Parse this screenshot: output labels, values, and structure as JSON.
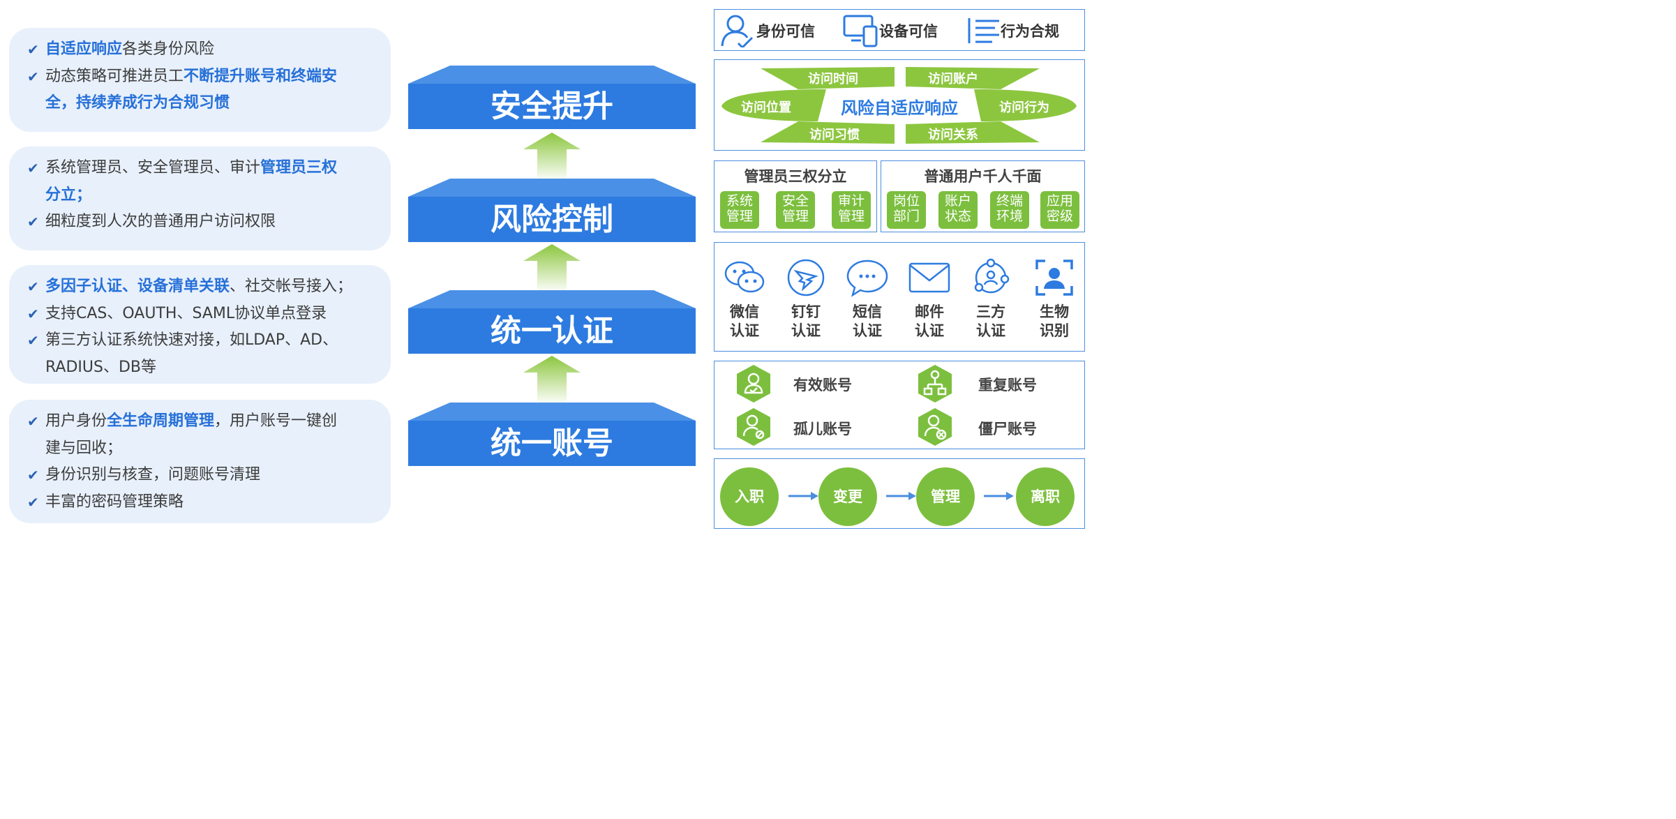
{
  "left_panels": [
    {
      "lines": [
        [
          {
            "t": "自适应响应",
            "hl": true
          },
          {
            "t": "各类身份风险",
            "hl": false
          }
        ],
        [
          {
            "t": "动态策略可推进员工",
            "hl": false
          },
          {
            "t": "不断提升账号和终端安",
            "hl": true
          }
        ],
        [
          {
            "t": "全，持续养成行为合规习惯",
            "hl": true
          }
        ]
      ]
    },
    {
      "lines": [
        [
          {
            "t": "系统管理员、安全管理员、审计",
            "hl": false
          },
          {
            "t": "管理员三权",
            "hl": true
          }
        ],
        [
          {
            "t": "分立；",
            "hl": true
          }
        ],
        [
          {
            "t": "细粒度到人次的普通用户访问权限",
            "hl": false
          }
        ]
      ]
    },
    {
      "lines": [
        [
          {
            "t": "多因子认证、设备清单关联",
            "hl": true
          },
          {
            "t": "、社交帐号接入；",
            "hl": false
          }
        ],
        [
          {
            "t": "支持CAS、OAUTH、SAML协议单点登录",
            "hl": false
          }
        ],
        [
          {
            "t": "第三方认证系统快速对接，如LDAP、AD、",
            "hl": false
          }
        ],
        [
          {
            "t": "RADIUS、DB等",
            "hl": false
          }
        ]
      ]
    },
    {
      "lines": [
        [
          {
            "t": "用户身份",
            "hl": false
          },
          {
            "t": "全生命周期管理",
            "hl": true
          },
          {
            "t": "，用户账号一键创",
            "hl": false
          }
        ],
        [
          {
            "t": "建与回收；",
            "hl": false
          }
        ],
        [
          {
            "t": "身份识别与核查，问题账号清理",
            "hl": false
          }
        ],
        [
          {
            "t": "丰富的密码管理策略",
            "hl": false
          }
        ]
      ]
    }
  ],
  "left_no_check": [
    [
      false,
      false,
      true
    ],
    [
      false,
      true,
      false
    ],
    [
      false,
      false,
      false,
      true
    ],
    [
      false,
      true,
      false,
      false
    ]
  ],
  "pyramid": [
    {
      "label": "安全提升"
    },
    {
      "label": "风险控制"
    },
    {
      "label": "统一认证"
    },
    {
      "label": "统一账号"
    }
  ],
  "trust": {
    "items": [
      "身份可信",
      "设备可信",
      "行为合规"
    ]
  },
  "risk": {
    "center": "风险自适应响应",
    "petals": [
      "访问时间",
      "访问账户",
      "访问位置",
      "访问行为",
      "访问习惯",
      "访问关系"
    ]
  },
  "admin": {
    "title": "管理员三权分立",
    "tiles": [
      [
        "系统",
        "管理"
      ],
      [
        "安全",
        "管理"
      ],
      [
        "审计",
        "管理"
      ]
    ]
  },
  "user": {
    "title": "普通用户千人千面",
    "tiles": [
      [
        "岗位",
        "部门"
      ],
      [
        "账户",
        "状态"
      ],
      [
        "终端",
        "环境"
      ],
      [
        "应用",
        "密级"
      ]
    ]
  },
  "auth": [
    {
      "l1": "微信",
      "l2": "认证",
      "icon": "wechat-icon"
    },
    {
      "l1": "钉钉",
      "l2": "认证",
      "icon": "dingtalk-icon"
    },
    {
      "l1": "短信",
      "l2": "认证",
      "icon": "sms-icon"
    },
    {
      "l1": "邮件",
      "l2": "认证",
      "icon": "mail-icon"
    },
    {
      "l1": "三方",
      "l2": "认证",
      "icon": "third-party-icon"
    },
    {
      "l1": "生物",
      "l2": "识别",
      "icon": "face-scan-icon"
    }
  ],
  "accounts": [
    "有效账号",
    "重复账号",
    "孤儿账号",
    "僵尸账号"
  ],
  "lifecycle": [
    "入职",
    "变更",
    "管理",
    "离职"
  ],
  "colors": {
    "blue": "#2d7be0",
    "highlight": "#2670d8",
    "green": "#7cbf3e",
    "panel_bg": "#e8f0fb",
    "border": "#4b8ee0"
  }
}
